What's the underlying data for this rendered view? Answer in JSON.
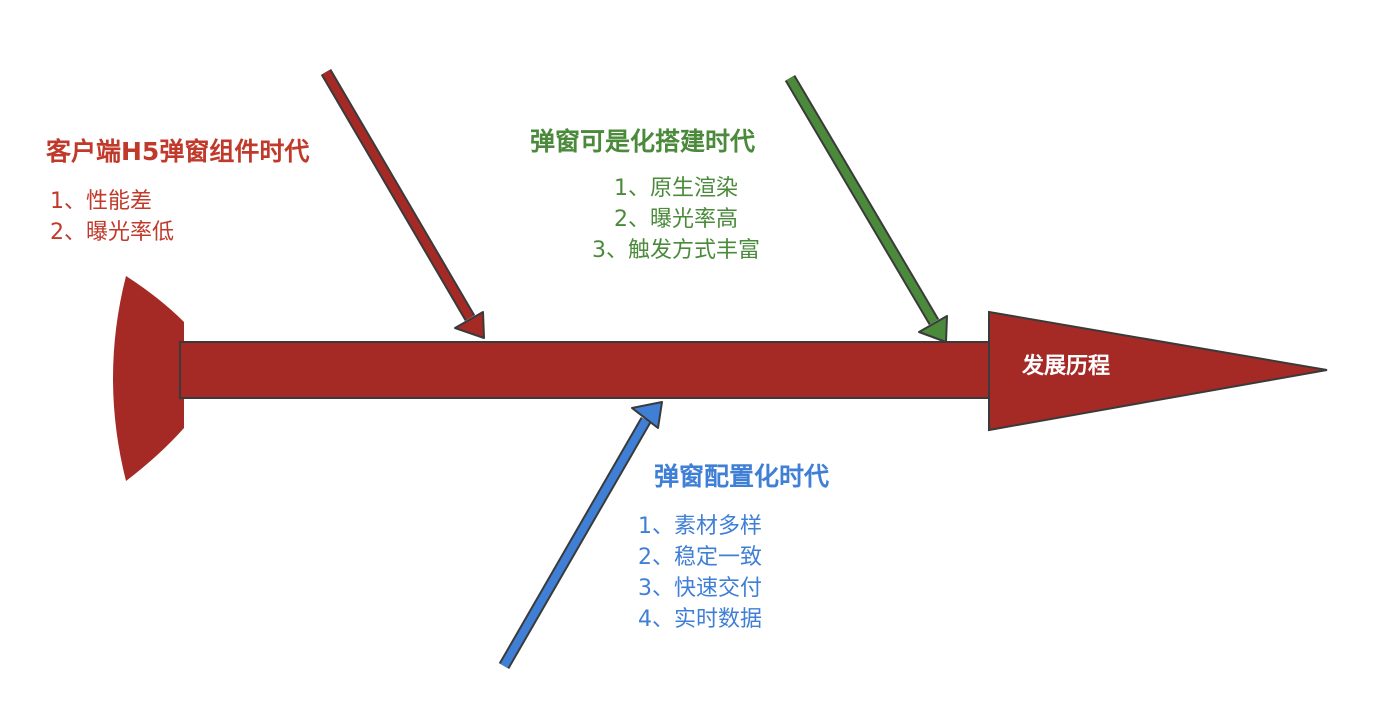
{
  "colors": {
    "spine": "#a52a26",
    "outline": "#3a3a3a",
    "era1": "#c0392b",
    "era2": "#4a8a3a",
    "era3": "#3f7fd6",
    "head_text": "#ffffff"
  },
  "head_label": "发展历程",
  "era1": {
    "title": "客户端H5弹窗组件时代",
    "items": [
      "1、性能差",
      "2、曝光率低"
    ]
  },
  "era2": {
    "title": "弹窗可是化搭建时代",
    "items": [
      "1、原生渲染",
      "2、曝光率高",
      "3、触发方式丰富"
    ]
  },
  "era3": {
    "title": "弹窗配置化时代",
    "items": [
      "1、素材多样",
      "2、稳定一致",
      "3、快速交付",
      "4、实时数据"
    ]
  }
}
